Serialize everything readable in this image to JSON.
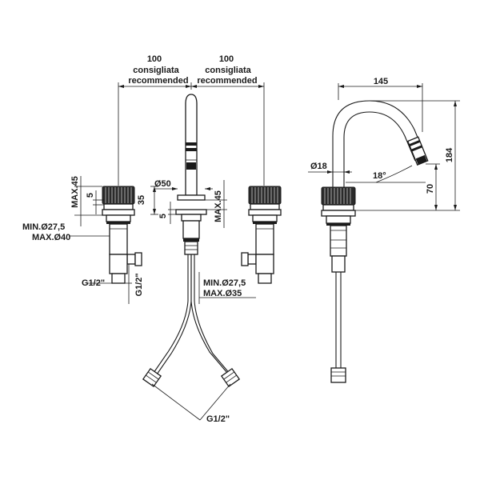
{
  "dimensions": {
    "left_spacing": {
      "value": "100",
      "line1": "consigliata",
      "line2": "recommended"
    },
    "right_spacing": {
      "value": "100",
      "line1": "consigliata",
      "line2": "recommended"
    },
    "reach": "145",
    "height_total": "184",
    "height_spout": "70",
    "spout_diameter": "Ø18",
    "spout_angle": "18°",
    "base_diameter": "Ø50",
    "left_max45": "MAX.45",
    "left_5": "5",
    "left_35": "35",
    "center_max45": "MAX.45",
    "center_5": "5",
    "left_hole_min": "MIN.Ø27,5",
    "left_hole_max": "MAX.Ø40",
    "center_hole_min": "MIN.Ø27,5",
    "center_hole_max": "MAX.Ø35",
    "left_thread_h": "G1/2\"",
    "left_thread_v": "G1/2\"",
    "hose_thread": "G1/2\""
  }
}
